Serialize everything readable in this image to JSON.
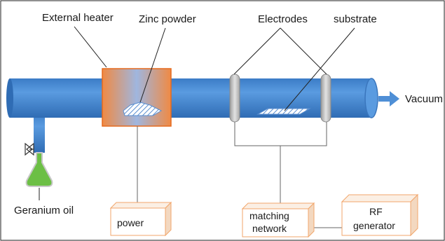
{
  "labels": {
    "external_heater": "External heater",
    "zinc_powder": "Zinc powder",
    "electrodes": "Electrodes",
    "substrate": "substrate",
    "vacuum": "Vacuum",
    "geranium_oil": "Geranium oil"
  },
  "boxes": {
    "power": "power",
    "matching_line1": "matching",
    "matching_line2": "network",
    "rf_line1": "RF",
    "rf_line2": "generator"
  },
  "colors": {
    "tube": "#4f8fd6",
    "tube_dark": "#3a76bd",
    "heater": "#ef8a4a",
    "electrode": "#c9c9c9",
    "oil": "#6cbf45",
    "box_border": "#f2a66b"
  }
}
